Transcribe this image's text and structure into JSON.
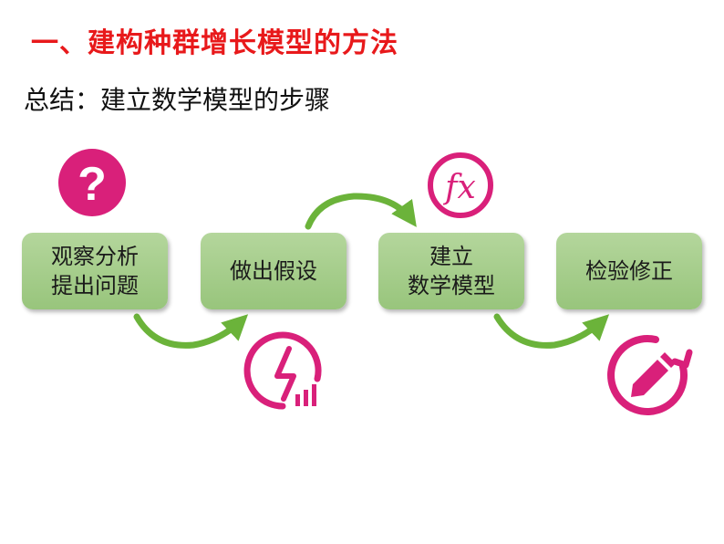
{
  "page": {
    "title": "一、建构种群增长模型的方法",
    "subtitle": "总结：建立数学模型的步骤"
  },
  "steps": [
    {
      "label": "观察分析\n提出问题",
      "icon": "question-icon"
    },
    {
      "label": "做出假设",
      "icon": "lightning-signal-icon"
    },
    {
      "label": "建立\n数学模型",
      "icon": "fx-function-icon"
    },
    {
      "label": "检验修正",
      "icon": "pencil-refresh-icon"
    }
  ],
  "icons": {
    "fx_text": "fx",
    "question_text": "?"
  },
  "colors": {
    "title": "#e8191b",
    "icon_accent": "#d9207a",
    "step_fill": "#a9cf8e",
    "arrow": "#6bb33a"
  }
}
